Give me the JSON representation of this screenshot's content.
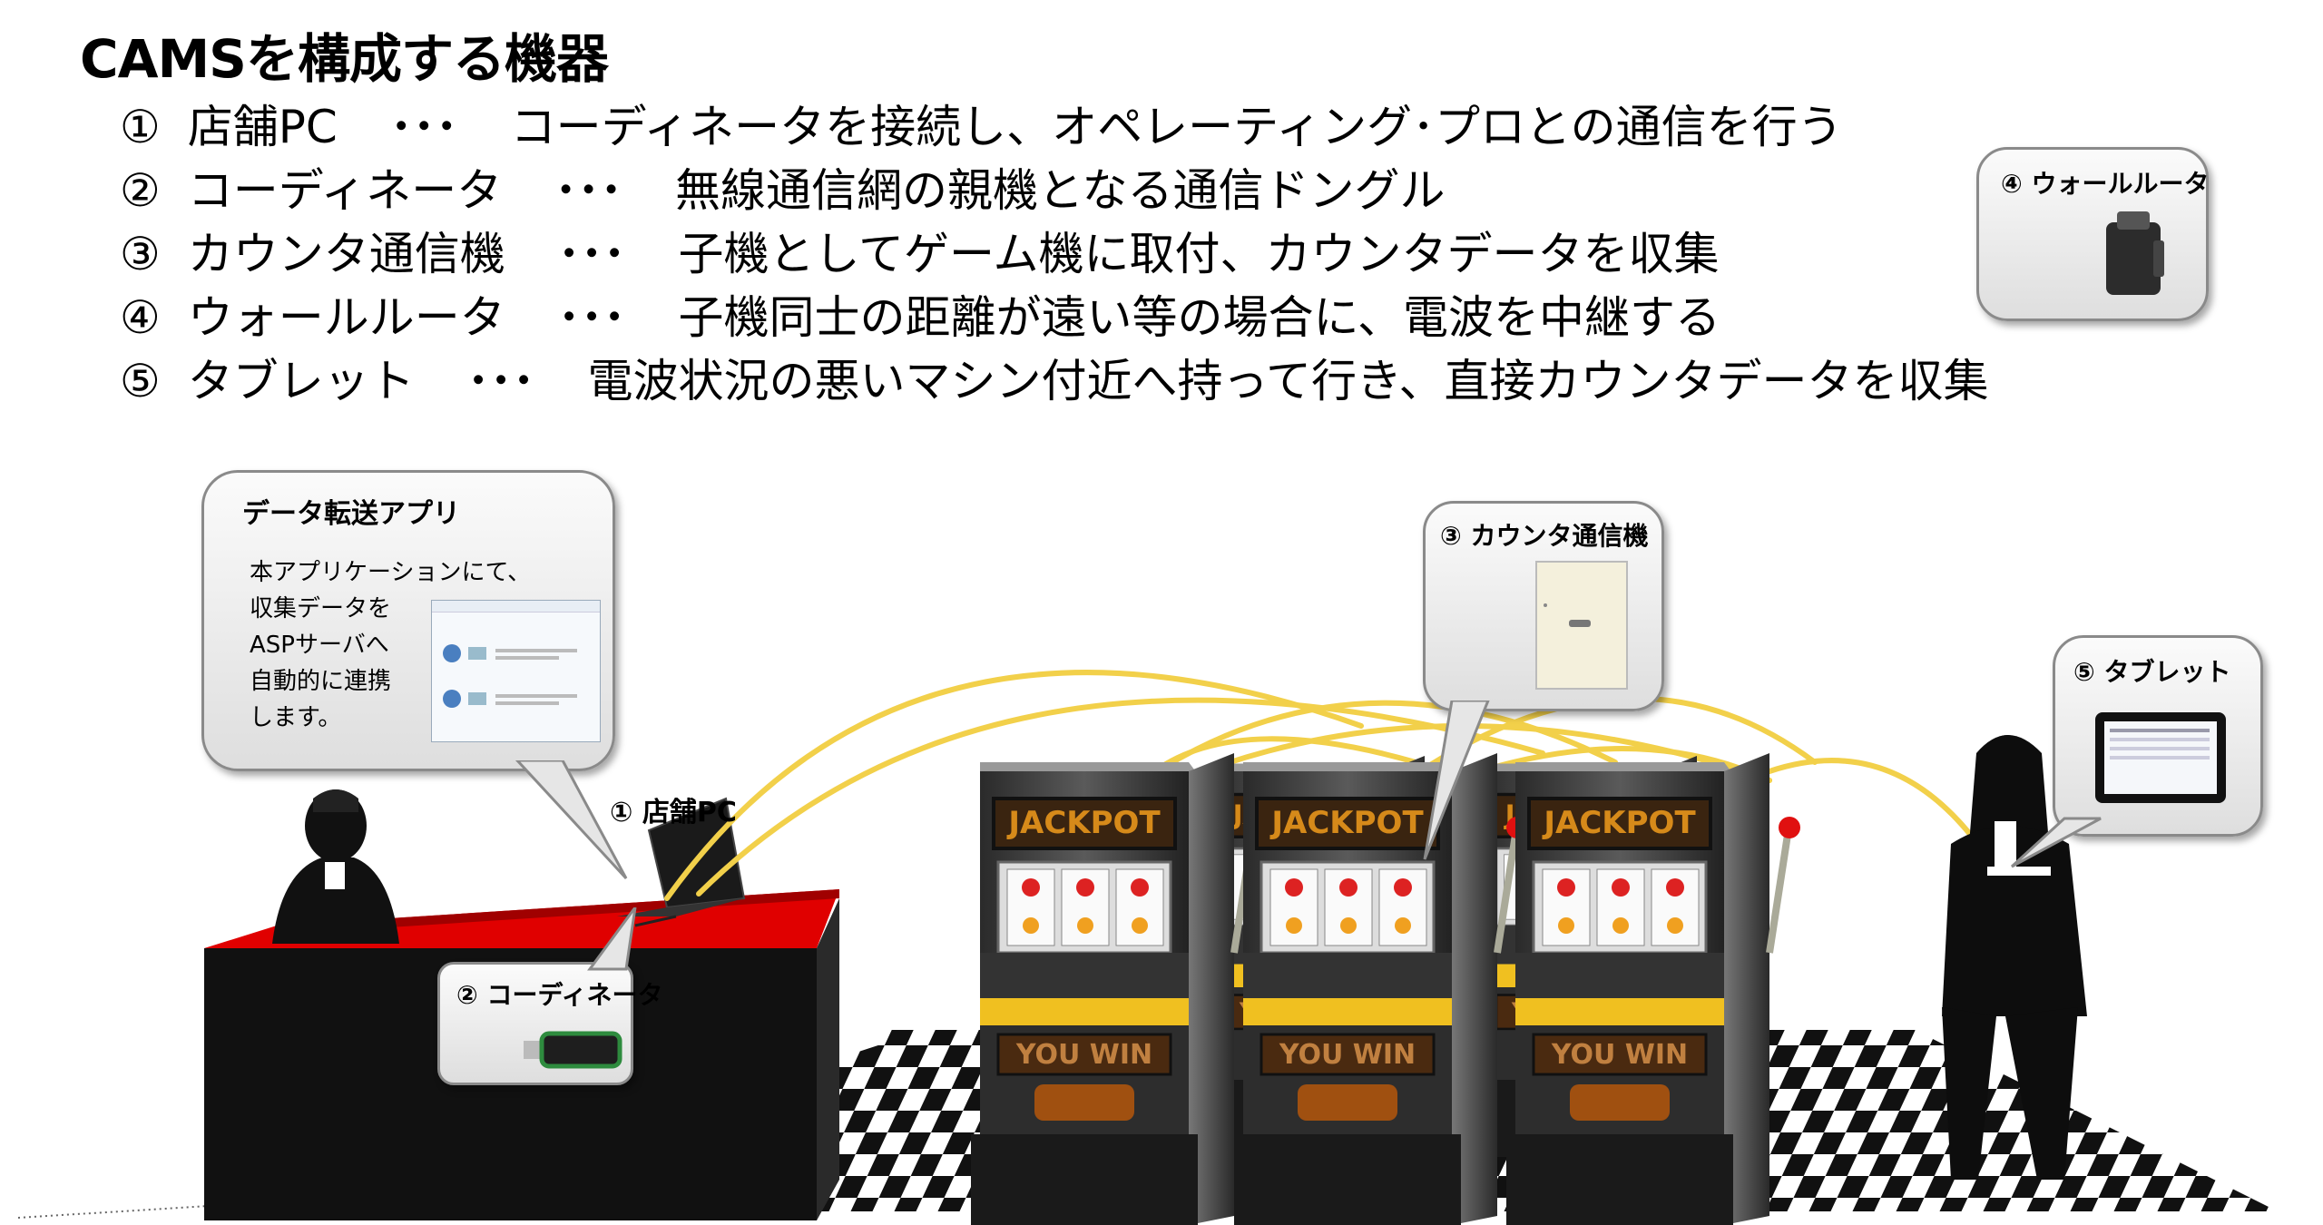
{
  "title": "CAMSを構成する機器",
  "items": [
    {
      "num": "①",
      "name": "店舗PC",
      "dots": "･･･",
      "desc": "コーディネータを接続し、オペレーティング･プロとの通信を行う"
    },
    {
      "num": "②",
      "name": "コーディネータ",
      "dots": "･･･",
      "desc": "無線通信網の親機となる通信ドングル"
    },
    {
      "num": "③",
      "name": "カウンタ通信機",
      "dots": "･･･",
      "desc": "子機としてゲーム機に取付、カウンタデータを収集"
    },
    {
      "num": "④",
      "name": "ウォールルータ",
      "dots": "･･･",
      "desc": "子機同士の距離が遠い等の場合に、電波を中継する"
    },
    {
      "num": "⑤",
      "name": "タブレット",
      "dots": "･･･",
      "desc": "電波状況の悪いマシン付近へ持って行き、直接カウンタデータを収集"
    }
  ],
  "callouts": {
    "app_title": "データ転送アプリ",
    "app_text": [
      "本アプリケーションにて、",
      "収集データを",
      "ASPサーバへ",
      "自動的に連携",
      "します。"
    ],
    "router": "④ ウォールルータ",
    "counter": "③ カウンタ通信機",
    "tablet": "⑤ タブレット",
    "coordinator": "② コーディネータ"
  },
  "labels": {
    "pc": "① 店舗PC"
  },
  "slot": {
    "jackpot": "JACKPOT",
    "you_win": "YOU WIN"
  },
  "colors": {
    "counter_red": "#e00000",
    "signal_yellow": "#f2d04a",
    "dongle_green": "#2e8b3e"
  }
}
